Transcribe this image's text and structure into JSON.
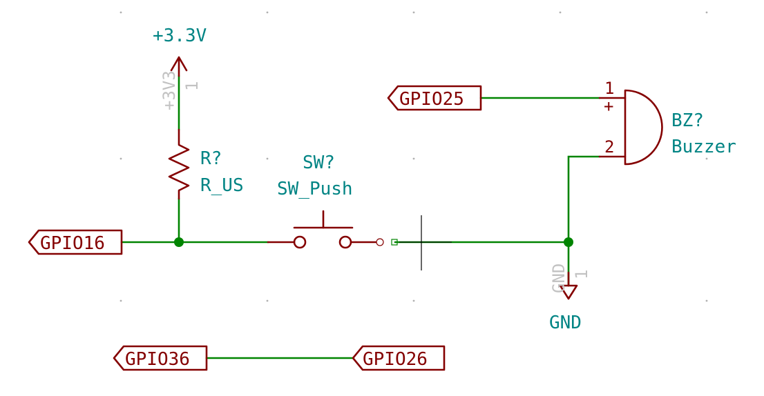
{
  "power": {
    "vcc_label": "+3.3V",
    "vcc_value": "+3V3",
    "vcc_pin": "1",
    "gnd_label": "GND",
    "gnd_value": "GND",
    "gnd_pin": "1"
  },
  "resistor": {
    "ref": "R?",
    "value": "R_US"
  },
  "switch": {
    "ref": "SW?",
    "value": "SW_Push"
  },
  "buzzer": {
    "ref": "BZ?",
    "value": "Buzzer",
    "pin1": "1",
    "pin2": "2",
    "polarity": "+"
  },
  "labels": {
    "gpio16": "GPIO16",
    "gpio25": "GPIO25",
    "gpio36": "GPIO36",
    "gpio26": "GPIO26"
  },
  "colors": {
    "wire": "#008400",
    "part": "#840000",
    "reference": "#008484",
    "ghost": "#c2c2c2"
  }
}
